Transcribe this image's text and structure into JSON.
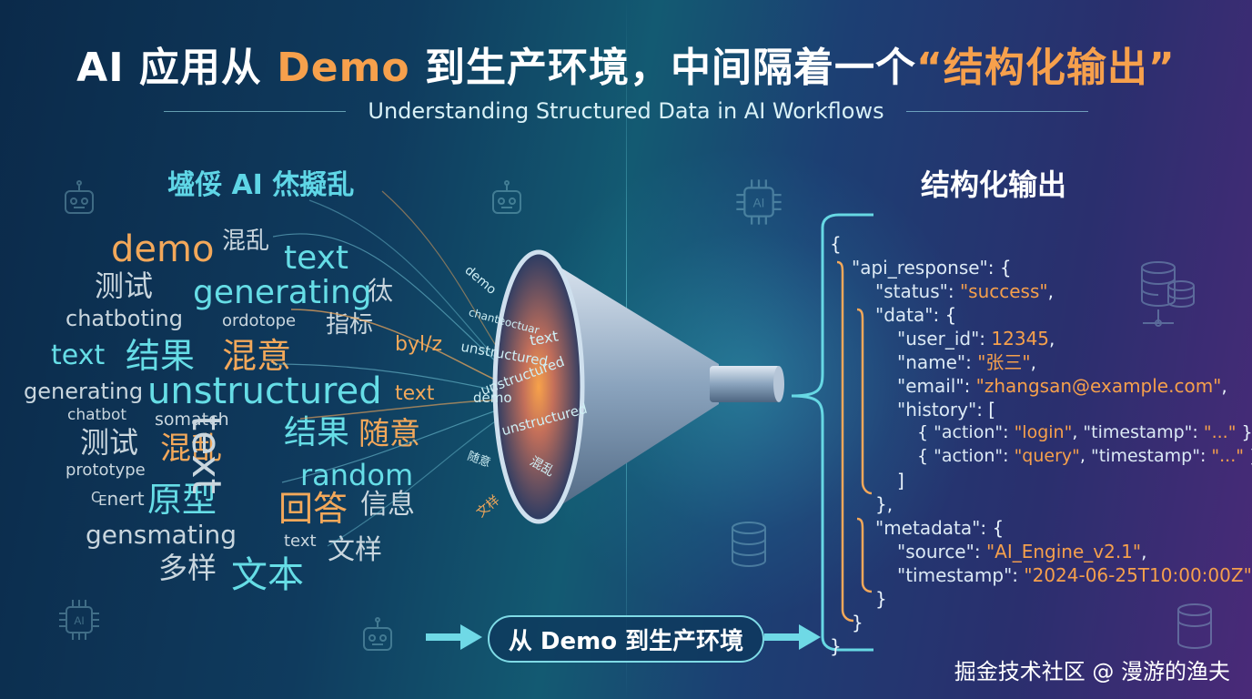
{
  "header": {
    "title_prefix": "AI 应用从 ",
    "title_demo": "Demo",
    "title_middle": " 到生产环境，中间隔着一个",
    "title_accent": "“结构化输出”",
    "subtitle": "Understanding Structured Data in AI Workflows"
  },
  "left": {
    "heading": "墭俀 AI 烋擬乱",
    "words": [
      "demo",
      "混乱",
      "text",
      "测试",
      "generating",
      "㣖",
      "chatboting",
      "ordotope",
      "指标",
      "text",
      "结果",
      "混意",
      "generating",
      "unstructured",
      "text",
      "chatbot",
      "somatch",
      "测试",
      "混乱",
      "结果",
      "随意",
      "prototype",
      "random",
      "₠nert",
      "原型",
      "回答",
      "信息",
      "gensmating",
      "text",
      "文样",
      "多样",
      "文本",
      "text",
      "byl/z"
    ]
  },
  "funnel": {
    "flow_words": [
      "demo",
      "chanteoctuar",
      "text",
      "unstructured",
      "unstructured",
      "demo",
      "unstructured",
      "随意",
      "混乱",
      "文样"
    ]
  },
  "right": {
    "heading": "结构化输出",
    "json_output": {
      "l1": "{",
      "l2_key": "\"api_response\"",
      "l2_rest": ": {",
      "l3_key": "\"status\"",
      "l3_val": "\"success\"",
      "l4_key": "\"data\"",
      "l4_rest": ": {",
      "l5_key": "\"user_id\"",
      "l5_val": "12345",
      "l6_key": "\"name\"",
      "l6_val": "\"张三\"",
      "l7_key": "\"email\"",
      "l7_val": "\"zhangsan@example.com\"",
      "l8_key": "\"history\"",
      "l8_rest": ": [",
      "l9_k1": "\"action\"",
      "l9_v1": "\"login\"",
      "l9_k2": "\"timestamp\"",
      "l9_v2": "\"...\"",
      "l10_k1": "\"action\"",
      "l10_v1": "\"query\"",
      "l10_k2": "\"timestamp\"",
      "l10_v2": "\"...\"",
      "l11": "]",
      "l12": "},",
      "l13_key": "\"metadata\"",
      "l13_rest": ": {",
      "l14_key": "\"source\"",
      "l14_val": "\"AI_Engine_v2.1\"",
      "l15_key": "\"timestamp\"",
      "l15_val": "\"2024-06-25T10:00:00Z\"",
      "l16": "}",
      "l17": "}",
      "l18": "}"
    }
  },
  "footer": {
    "pill_label": "从 Demo 到生产环境",
    "watermark": "掘金技术社区 @ 漫游的渔夫"
  },
  "icons": [
    "robot-icon",
    "ai-chip-icon",
    "database-icon",
    "hexagon-grid"
  ],
  "colors": {
    "accent_orange": "#f6a04c",
    "accent_cyan": "#66dde6",
    "title_white": "#ffffff"
  }
}
